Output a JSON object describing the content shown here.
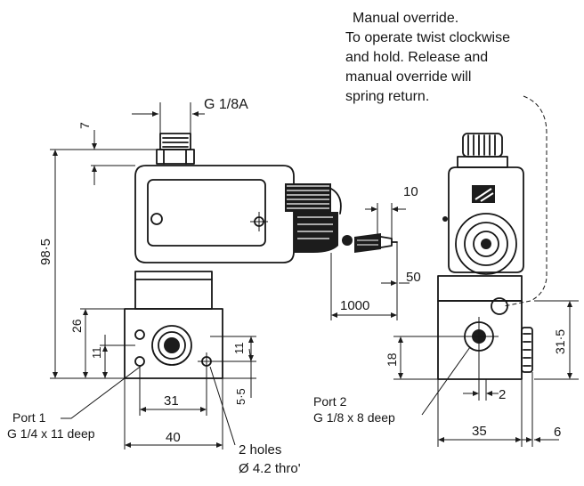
{
  "note": {
    "lines": [
      "Manual override.",
      "To operate twist clockwise",
      "and hold. Release and",
      "manual override will",
      "spring return."
    ]
  },
  "dims": {
    "g18a": "G 1/8A",
    "d7": "7",
    "d98_5": "98·5",
    "d26": "26",
    "d11_left": "11",
    "d11_mid": "11",
    "d5_5": "5·5",
    "d31": "31",
    "d40": "40",
    "d10": "10",
    "d50": "50",
    "d1000": "1000",
    "d18": "18",
    "d31_5": "31·5",
    "d2": "2",
    "d35": "35",
    "d6": "6"
  },
  "ports": {
    "port1_line1": "Port 1",
    "port1_line2": "G 1/4 x 11 deep",
    "port2_line1": "Port 2",
    "port2_line2": "G 1/8 x 8 deep",
    "holes_line1": "2 holes",
    "holes_line2": "Ø 4.2 thro'"
  }
}
